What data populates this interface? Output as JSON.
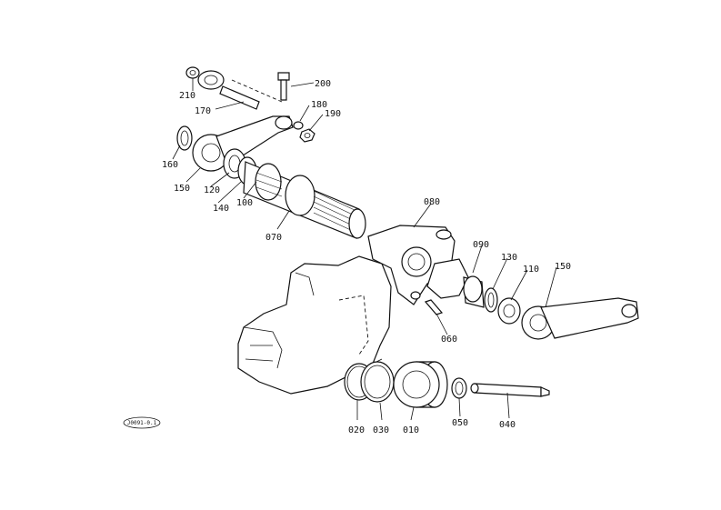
{
  "diagram": {
    "reference_code": "J0091-0.1",
    "parts": [
      {
        "number": "210"
      },
      {
        "number": "200"
      },
      {
        "number": "170"
      },
      {
        "number": "180"
      },
      {
        "number": "190"
      },
      {
        "number": "160"
      },
      {
        "number": "150"
      },
      {
        "number": "120"
      },
      {
        "number": "140"
      },
      {
        "number": "100"
      },
      {
        "number": "070"
      },
      {
        "number": "080"
      },
      {
        "number": "090"
      },
      {
        "number": "130"
      },
      {
        "number": "110"
      },
      {
        "number": "150"
      },
      {
        "number": "060"
      },
      {
        "number": "020"
      },
      {
        "number": "030"
      },
      {
        "number": "010"
      },
      {
        "number": "050"
      },
      {
        "number": "040"
      }
    ]
  }
}
